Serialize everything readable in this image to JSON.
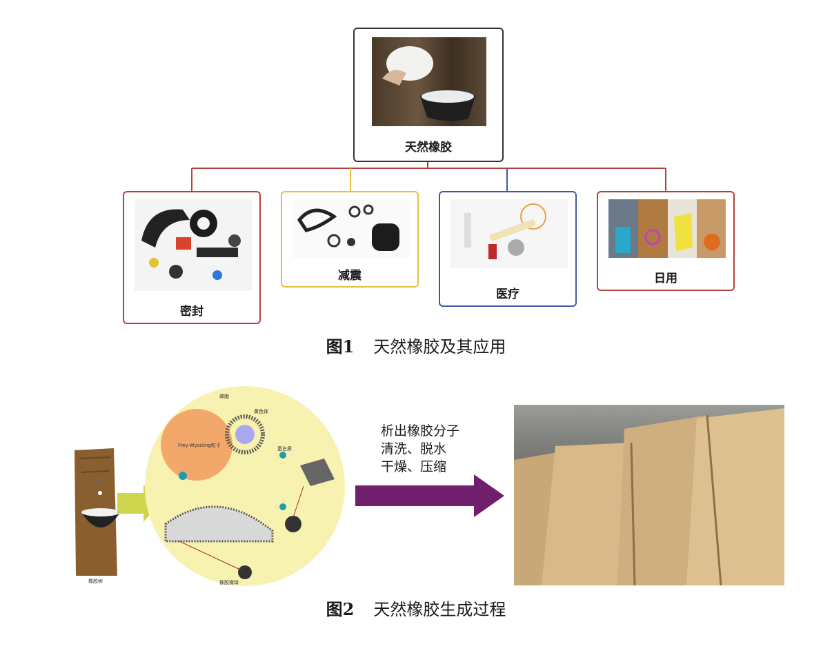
{
  "figure1": {
    "root": {
      "label": "天然橡胶"
    },
    "apps": [
      {
        "label": "密封",
        "border": "#b5423b"
      },
      {
        "label": "减震",
        "border": "#e0c23c"
      },
      {
        "label": "医疗",
        "border": "#3f5a9c"
      },
      {
        "label": "日用",
        "border": "#b5423b"
      }
    ],
    "caption": {
      "num": "图1",
      "text": "天然橡胶及其应用"
    }
  },
  "figure2": {
    "labels": {
      "phospholipid": "磷脂",
      "frey_wyssling": "Frey-Wyssling粒子",
      "lutoid": "黄色体",
      "protein": "蛋白质",
      "rubber_particle": "橡胶微球",
      "rubber_tree": "橡胶树"
    },
    "steps": [
      "析出橡胶分子",
      "清洗、脱水",
      "干燥、压缩"
    ],
    "arrow_color": "#6f1f6c",
    "caption": {
      "num": "图2",
      "text": "天然橡胶生成过程"
    }
  }
}
